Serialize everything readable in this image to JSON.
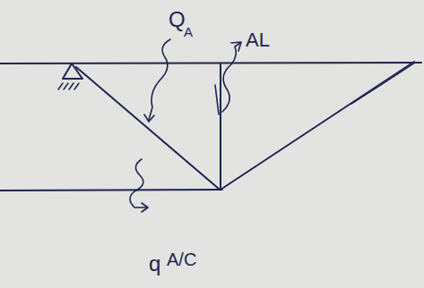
{
  "diagram": {
    "labels": [
      "Q",
      "A",
      "AL",
      "q",
      "A/C"
    ]
  }
}
